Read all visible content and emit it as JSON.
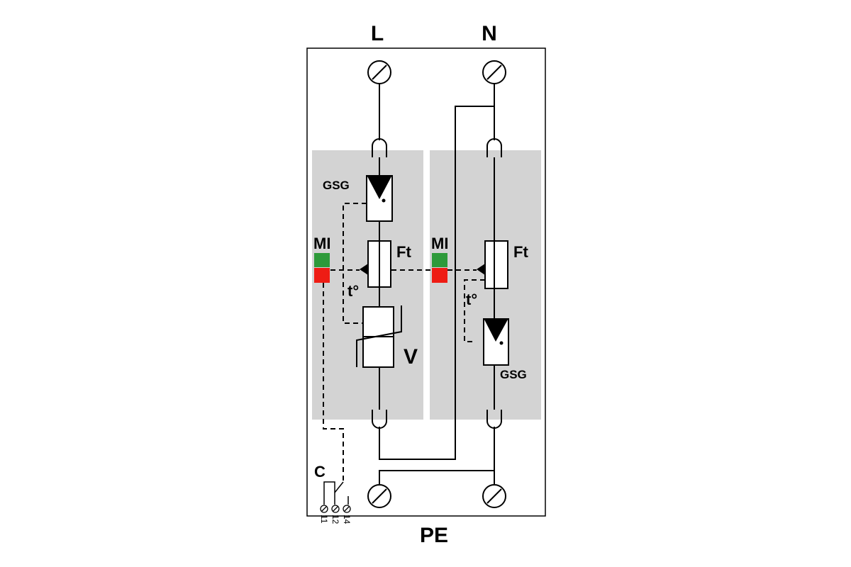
{
  "labels": {
    "line": "L",
    "neutral": "N",
    "earth": "PE",
    "contact": "C",
    "gsg_left": "GSG",
    "gsg_right": "GSG",
    "mi_left": "MI",
    "mi_right": "MI",
    "ft_left": "Ft",
    "ft_right": "Ft",
    "temp_left": "t°",
    "temp_right": "t°",
    "varistor": "V"
  },
  "terminals": {
    "t11": "11",
    "t12": "12",
    "t14": "14"
  },
  "colors": {
    "module_bg": "#d3d3d3",
    "indicator_ok": "#2e9a3a",
    "indicator_fault": "#ee1c14",
    "line": "#000000"
  }
}
